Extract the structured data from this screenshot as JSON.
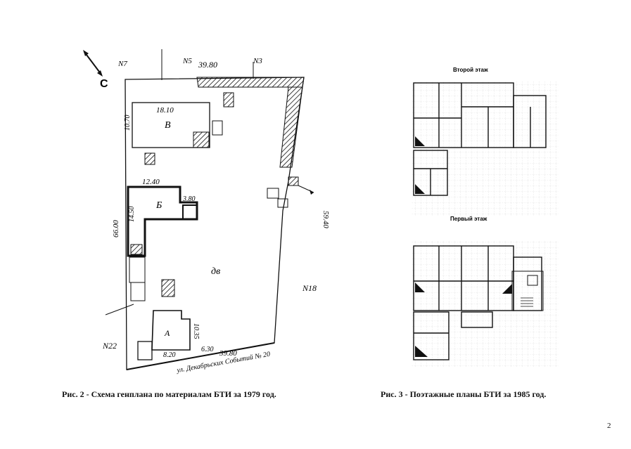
{
  "figure2": {
    "caption": "Рис. 2 - Схема генплана  по материалам БТИ за 1979 год.",
    "north_letter": "С",
    "street_label": "ул. Декабрьских Событий № 20",
    "plot_label": "дв",
    "building_v": "В",
    "building_b": "Б",
    "building_a": "А",
    "neighbors": [
      "N7",
      "N5",
      "N3",
      "N18",
      "N22"
    ],
    "dims": {
      "top_width": "39.80",
      "bottom_width": "39.80",
      "left_side": "66.00",
      "right_side": "59.40",
      "v_width": "18.10",
      "v_depth": "10.70",
      "b_width": "12.40",
      "b_depth": "14.50",
      "b_small": "3.80",
      "a_width": "8.20",
      "a_depth": "10.35",
      "gate": "6.30"
    }
  },
  "figure3": {
    "caption": "Рис. 3 - Поэтажные планы  БТИ за 1985 год.",
    "floor2_label": "Второй этаж",
    "floor1_label": "Первый этаж"
  },
  "page_number": "2"
}
